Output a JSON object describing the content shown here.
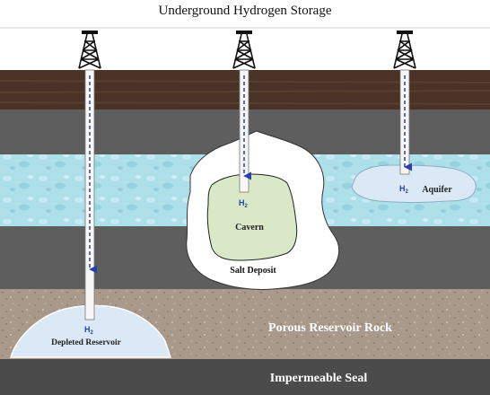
{
  "title": "Underground Hydrogen Storage",
  "labels": {
    "depleted_reservoir": "Depleted Reservoir",
    "cavern": "Cavern",
    "salt_deposit": "Salt Deposit",
    "aquifer": "Aquifer",
    "porous_rock": "Porous Reservoir Rock",
    "impermeable_seal": "Impermeable Seal",
    "gas": "H",
    "gas_sub": "2"
  },
  "colors": {
    "topsoil": "#4a3326",
    "rock_layer": "#5e5e5e",
    "water_layer": "#aee0ea",
    "porous_rock": "#a8998a",
    "seal": "#4b4b4b",
    "salt": "#ffffff",
    "cavern": "#d9e8c7",
    "reservoir_gas": "#dbe9f6",
    "flow_arrow": "#2a3fae"
  }
}
